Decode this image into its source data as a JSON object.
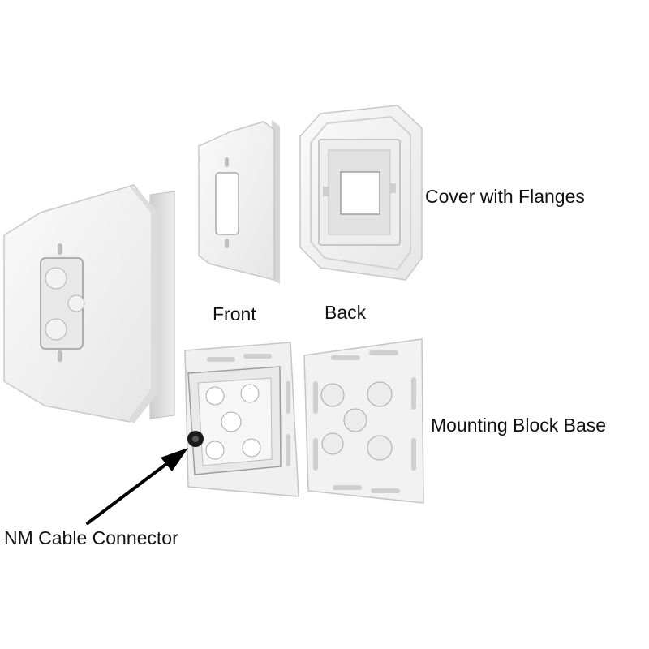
{
  "labels": {
    "cover_with_flanges": "Cover with Flanges",
    "front": "Front",
    "back": "Back",
    "mounting_block_base": "Mounting Block Base",
    "nm_cable_connector": "NM Cable Connector"
  },
  "colors": {
    "background": "#ffffff",
    "plastic": "#f4f4f4",
    "plastic_shade": "#d9d9d9",
    "edge": "#b5b5b5",
    "arrow": "#000000"
  }
}
